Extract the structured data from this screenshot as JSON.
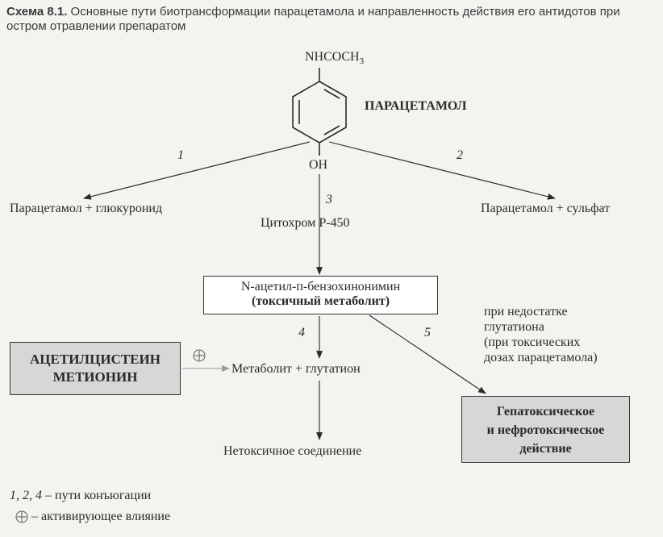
{
  "caption": {
    "label": "Схема 8.1.",
    "text": "Основные пути биотрансформации парацетамола и направленность действия его антидотов при остром отравлении препаратом"
  },
  "molecule": {
    "top_group": "NHCOCH",
    "top_group_subscript": "3",
    "bottom_group": "OH",
    "name": "ПАРАЦЕТАМОЛ"
  },
  "pathways": {
    "p1": "1",
    "p2": "2",
    "p3": "3",
    "p4": "4",
    "p5": "5"
  },
  "nodes": {
    "glucuronide": "Парацетамол + глюкуронид",
    "sulfate": "Парацетамол + сульфат",
    "cytochrome": "Цитохром Р-450",
    "napqi_line1": "N-ацетил-п-бензохинонимин",
    "napqi_line2": "(токсичный метаболит)",
    "glutathione": "Метаболит + глутатион",
    "nontoxic": "Нетоксичное соединение",
    "antidote_line1": "АЦЕТИЛЦИСТЕИН",
    "antidote_line2": "МЕТИОНИН",
    "toxic_line1": "Гепатоксическое",
    "toxic_line2": "и нефротоксическое",
    "toxic_line3": "действие"
  },
  "note": {
    "line1": "при недостатке",
    "line2": "глутатиона",
    "line3": "(при токсических",
    "line4": "дозах парацетамола)"
  },
  "legend": {
    "conjugation_nums": "1, 2, 4",
    "conjugation_text": " – пути конъюгации",
    "activation_text": "– активирующее влияние"
  },
  "colors": {
    "ink": "#2a2a2a",
    "background": "#f3f3f0",
    "shaded_box": "#d7d7d7",
    "activation_arrow": "#999999"
  }
}
